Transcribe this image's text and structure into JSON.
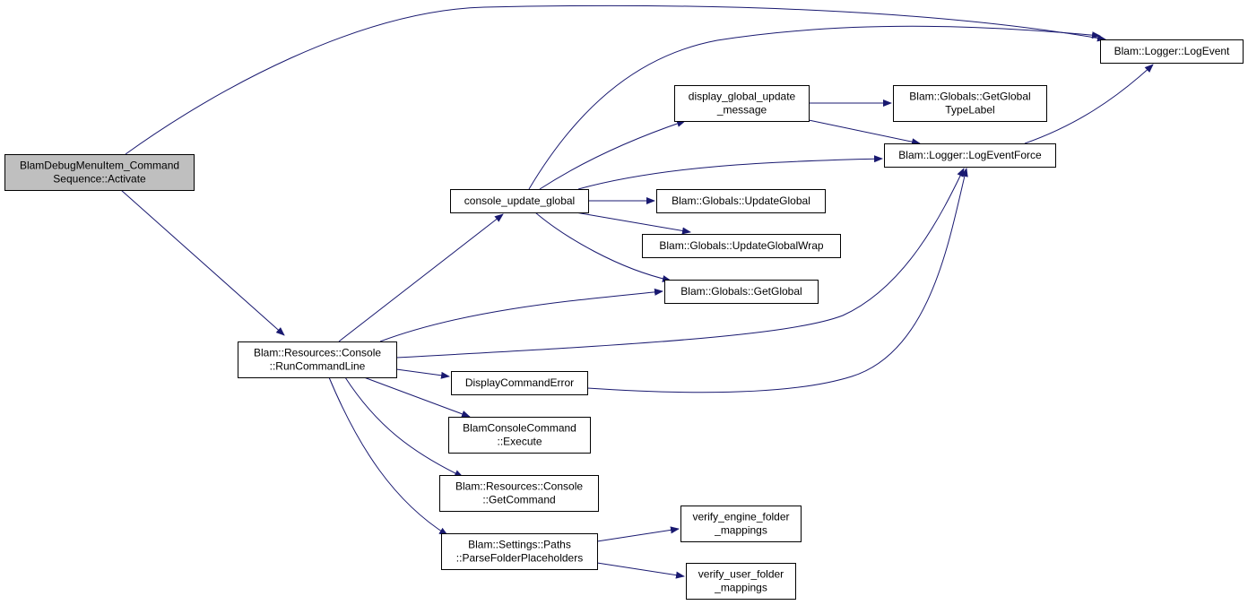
{
  "diagram": {
    "edge_color": "#191970",
    "root_fill": "#bfbfbf",
    "nodes": [
      {
        "id": "activate",
        "lines": [
          "BlamDebugMenuItem_Command",
          "Sequence::Activate"
        ],
        "root": true
      },
      {
        "id": "logevent",
        "lines": [
          "Blam::Logger::LogEvent"
        ]
      },
      {
        "id": "display_msg",
        "lines": [
          "display_global_update",
          "_message"
        ]
      },
      {
        "id": "gettypelabel",
        "lines": [
          "Blam::Globals::GetGlobal",
          "TypeLabel"
        ]
      },
      {
        "id": "logeventforce",
        "lines": [
          "Blam::Logger::LogEventForce"
        ]
      },
      {
        "id": "console_update",
        "lines": [
          "console_update_global"
        ]
      },
      {
        "id": "updateglobal",
        "lines": [
          "Blam::Globals::UpdateGlobal"
        ]
      },
      {
        "id": "updatewrap",
        "lines": [
          "Blam::Globals::UpdateGlobalWrap"
        ]
      },
      {
        "id": "getglobal",
        "lines": [
          "Blam::Globals::GetGlobal"
        ]
      },
      {
        "id": "runcmd",
        "lines": [
          "Blam::Resources::Console",
          "::RunCommandLine"
        ]
      },
      {
        "id": "displayerr",
        "lines": [
          "DisplayCommandError"
        ]
      },
      {
        "id": "execute",
        "lines": [
          "BlamConsoleCommand",
          "::Execute"
        ]
      },
      {
        "id": "getcommand",
        "lines": [
          "Blam::Resources::Console",
          "::GetCommand"
        ]
      },
      {
        "id": "parsefolder",
        "lines": [
          "Blam::Settings::Paths",
          "::ParseFolderPlaceholders"
        ]
      },
      {
        "id": "verify_engine",
        "lines": [
          "verify_engine_folder",
          "_mappings"
        ]
      },
      {
        "id": "verify_user",
        "lines": [
          "verify_user_folder",
          "_mappings"
        ]
      }
    ],
    "edges": [
      {
        "from": "activate",
        "to": "logevent"
      },
      {
        "from": "activate",
        "to": "runcmd"
      },
      {
        "from": "console_update",
        "to": "logevent"
      },
      {
        "from": "console_update",
        "to": "display_msg"
      },
      {
        "from": "console_update",
        "to": "logeventforce"
      },
      {
        "from": "console_update",
        "to": "updateglobal"
      },
      {
        "from": "console_update",
        "to": "updatewrap"
      },
      {
        "from": "console_update",
        "to": "getglobal"
      },
      {
        "from": "display_msg",
        "to": "gettypelabel"
      },
      {
        "from": "display_msg",
        "to": "logeventforce"
      },
      {
        "from": "logeventforce",
        "to": "logevent"
      },
      {
        "from": "runcmd",
        "to": "console_update"
      },
      {
        "from": "runcmd",
        "to": "getglobal"
      },
      {
        "from": "runcmd",
        "to": "logeventforce"
      },
      {
        "from": "runcmd",
        "to": "displayerr"
      },
      {
        "from": "runcmd",
        "to": "execute"
      },
      {
        "from": "runcmd",
        "to": "getcommand"
      },
      {
        "from": "runcmd",
        "to": "parsefolder"
      },
      {
        "from": "displayerr",
        "to": "logeventforce"
      },
      {
        "from": "parsefolder",
        "to": "verify_engine"
      },
      {
        "from": "parsefolder",
        "to": "verify_user"
      }
    ]
  }
}
